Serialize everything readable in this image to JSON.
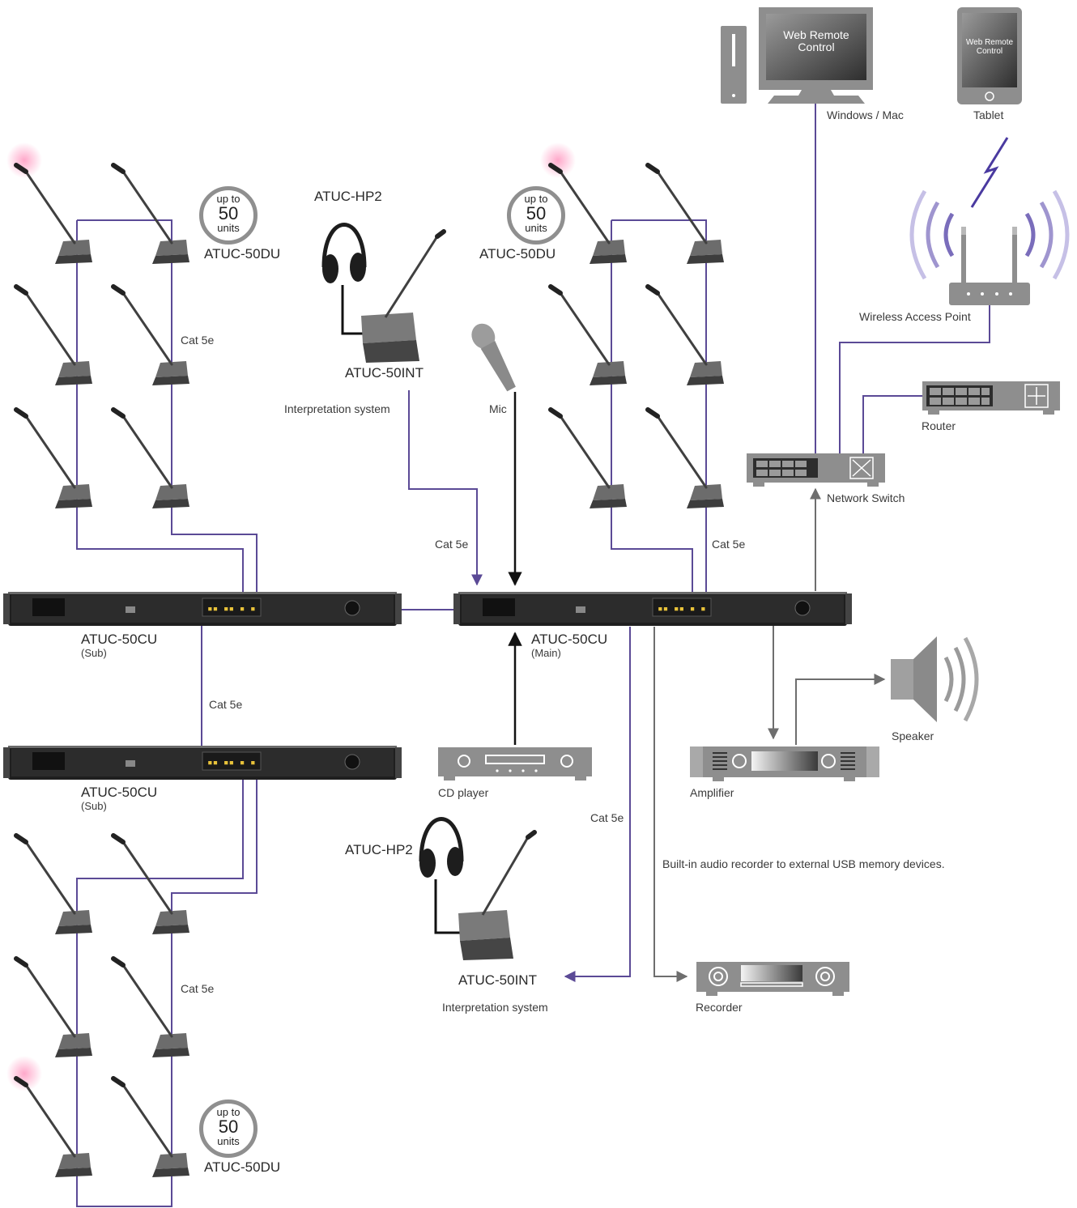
{
  "devices": {
    "du_top_left": {
      "badge_top": "up to",
      "badge_num": "50",
      "badge_bottom": "units",
      "model": "ATUC-50DU"
    },
    "du_top_right": {
      "badge_top": "up to",
      "badge_num": "50",
      "badge_bottom": "units",
      "model": "ATUC-50DU"
    },
    "du_bottom_left": {
      "badge_top": "up to",
      "badge_num": "50",
      "badge_bottom": "units",
      "model": "ATUC-50DU"
    },
    "cu_sub_1": {
      "model": "ATUC-50CU",
      "role": "(Sub)"
    },
    "cu_main": {
      "model": "ATUC-50CU",
      "role": "(Main)"
    },
    "cu_sub_2": {
      "model": "ATUC-50CU",
      "role": "(Sub)"
    },
    "int_top": {
      "headphones": "ATUC-HP2",
      "model": "ATUC-50INT",
      "caption": "Interpretation system"
    },
    "int_bottom": {
      "headphones": "ATUC-HP2",
      "model": "ATUC-50INT",
      "caption": "Interpretation system"
    },
    "mic": "Mic",
    "cd_player": "CD player",
    "amplifier": "Amplifier",
    "speaker": "Speaker",
    "recorder": "Recorder",
    "recorder_note": "Built-in audio recorder to external USB memory devices.",
    "network_switch": "Network Switch",
    "router": "Router",
    "wap": "Wireless Access Point",
    "pc": {
      "label": "Windows / Mac",
      "screen": "Web Remote Control"
    },
    "tablet": {
      "label": "Tablet",
      "screen": "Web Remote Control"
    }
  },
  "cables": {
    "left_top": "Cat 5e",
    "int_to_main": "Cat 5e",
    "right_top": "Cat 5e",
    "sub_link": "Cat 5e",
    "main_to_int": "Cat 5e",
    "left_bottom": "Cat 5e"
  },
  "colors": {
    "cable": "#5b4a96",
    "signal": "#111111",
    "network": "#6e6e6e",
    "wireless": "#4a3aa0",
    "device": "#8e8e8e"
  }
}
